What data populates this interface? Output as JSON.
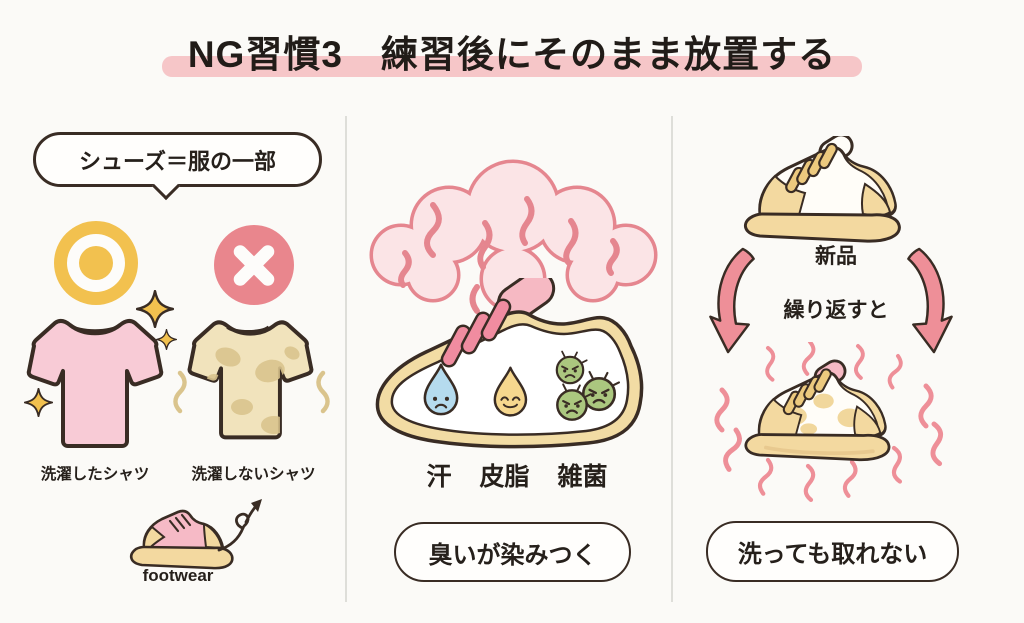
{
  "title": "NG習慣3　練習後にそのまま放置する",
  "left_panel": {
    "bubble_label": "シューズ＝服の一部",
    "good_mark": "double-circle-ok",
    "bad_mark": "cross-ng",
    "washed_shirt_label": "洗濯したシャツ",
    "unwashed_shirt_label": "洗濯しないシャツ",
    "footwear_label": "footwear"
  },
  "middle_panel": {
    "cause_labels": [
      "汗",
      "皮脂",
      "雑菌"
    ],
    "caption": "臭いが染みつく"
  },
  "right_panel": {
    "new_shoe_label": "新品",
    "repeat_label": "繰り返すと",
    "caption": "洗っても取れない"
  },
  "colors": {
    "bg": "#FBFAF7",
    "title_ink": "#211C18",
    "highlight": "#F6C6C8",
    "ink": "#392C24",
    "accent_pink": "#EE8F98",
    "ng_pink": "#E9868D",
    "gold": "#F2C14F",
    "tan": "#F3D9A0",
    "stain": "#DAC48D",
    "shirt_pink": "#F8CBD6",
    "shirt_beige": "#F1E3BC",
    "cloud_fill": "#FBE4E6",
    "cloud_stroke": "#E5868F",
    "drop_blue": "#B5DBEE",
    "drop_yellow": "#F6D78E",
    "germ_green": "#ABC77F",
    "divider": "#DEDED9",
    "bubble_bg": "#FFFEFC"
  }
}
